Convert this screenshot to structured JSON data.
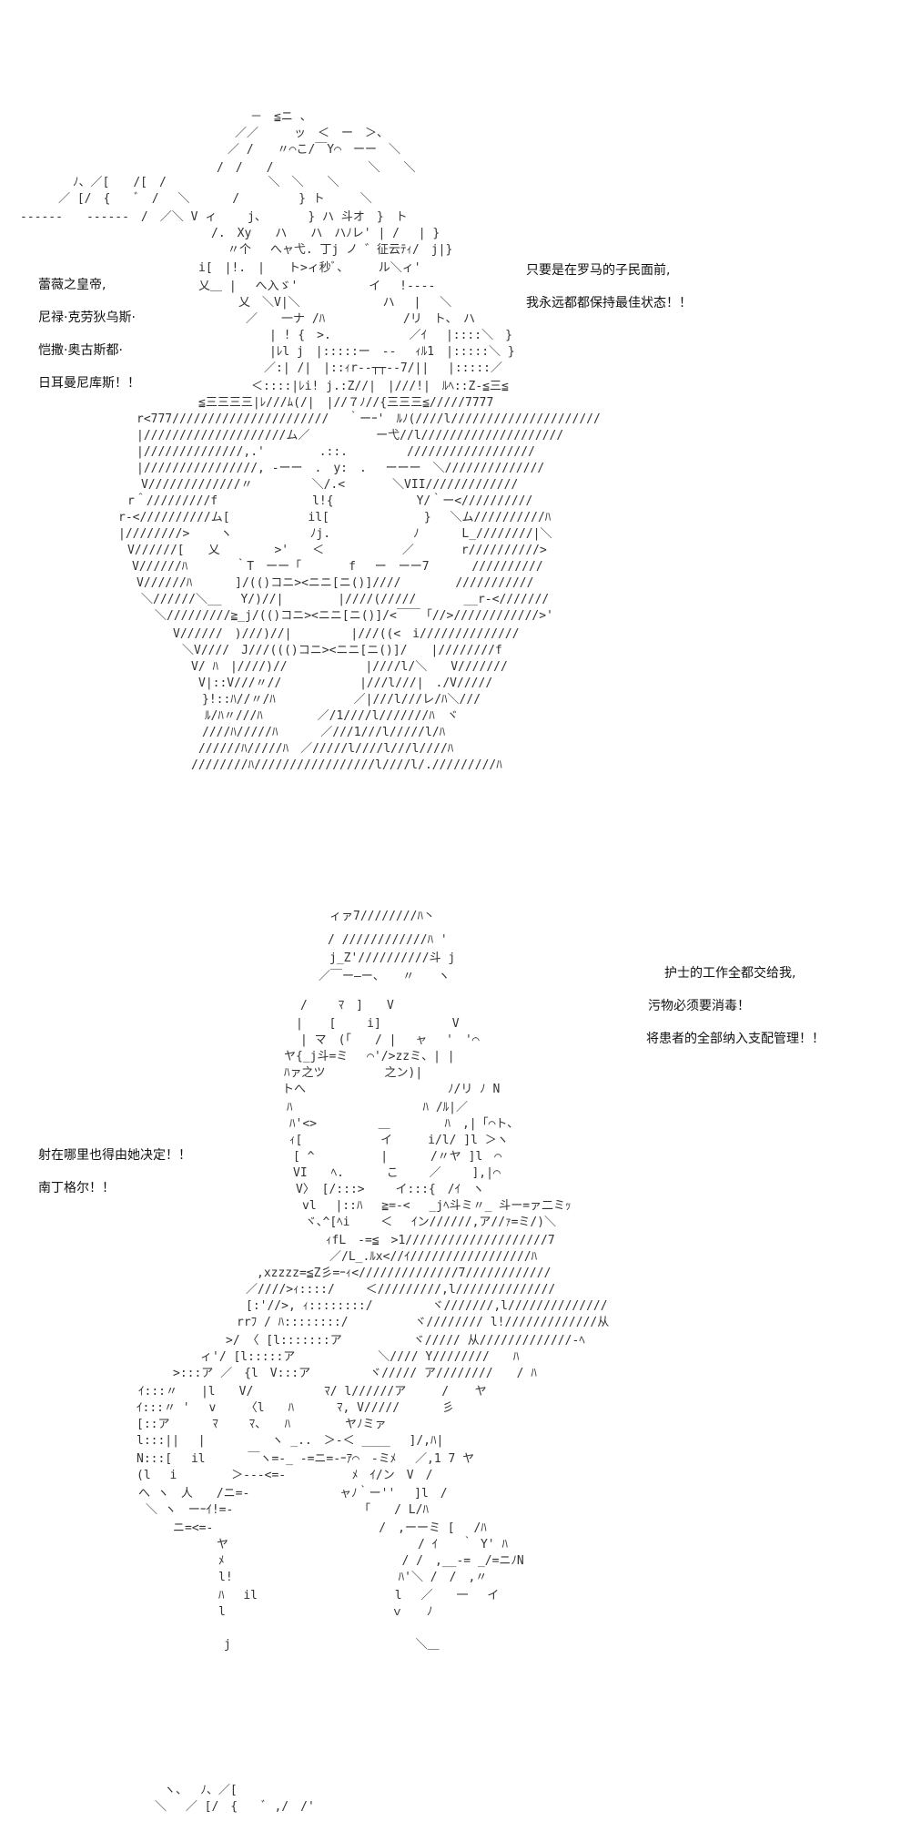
{
  "panel1": {
    "speech_left": [
      "蕾薇之皇帝,",
      "尼禄·克劳狄乌斯·",
      "恺撒·奥古斯都·",
      "日耳曼尼库斯！！"
    ],
    "speech_right": [
      "只要是在罗马的子民面前,",
      "我永远都都保持最佳状态！！"
    ],
    "art_lines": [
      "－　≦ニ 、",
      "／／　　　ッ　＜　ー　＞、",
      "／ /　　〃⌒こ/￣Y⌒　ーー　＼",
      "/　/　　/　　　　　　　　＼　　＼",
      "ﾉ、／[　　/[　/　　　　　　　　 ＼　＼　　＼",
      "／ [/　{　　ﾞ　/　 ＼　　　 /　　　　　} ト　　　＼",
      "------　　------　/　／＼ V ィ　　 j、　　　　} ハ 斗オ　}　ト",
      "/.　Xy　　ハ　　ハ　ハﾉレ' | /　 | }",
      "〃个　 へャ弋. 丁j ノ ゛征云ﾃｨ/　j|}",
      "i[　|!.　|　　ト>ィ秒ﾞ、　　　ル＼ィ'",
      "乂＿ |　 へ入ゞ'　　　　　　イ　 !----",
      "乂　＼V|＼　　　　　　　ハ　 |　 ＼",
      "／　　一ナ /ﾊ　　　　　　 /リ　ト、　ハ",
      "| ! {　>.　　　　　　 ／ｲ　 |::::＼　}",
      "|ﾚl j　|:::::ー　--　 ｨﾙ1　|:::::＼ }",
      "／:| /|　|::ｨr--┬┬--7/||　 |:::::／",
      "＜::::|ﾚi! j.:Z//|　|///!|　ﾙﾍ::Z-≦三≦",
      "≦三三三三|ﾚ///ﾑ(/|　|//７ﾉ//{三三三≦/////7777",
      "r<777//////////////////////　 ｀ーｰ'　ﾙﾉ(////l/////////////////////",
      "|////////////////////ム／　　　　　 ー弋//l////////////////////",
      "|//////////////,.'　　　　 .::.　　　　　//////////////////",
      "|////////////////, -ーー　.　y:　.　 ーーー　＼//////////////",
      "V/////////////〃　　　　　＼/.<　　　　＼VII/////////////",
      "r＾/////////f　　　　　　　　l!{　　　　　　　Y/｀ー<//////////",
      "r-<//////////ム[　　　　　　 il[　　　　　　　　}　 ＼ム//////////ﾊ",
      "|////////>　　 ヽ　　　　　　 ﾉj.　　　　　　　ﾉ　　　 L_////////|＼",
      "V//////[　　乂　　　　 >'　　＜　　　　　　 ／　　　　r//////////>",
      "V//////ﾊ　　　　｀T　ーー「　　　　f　 ー　ーー7　　　 //////////",
      "V//////ﾊ　　　 ]/(()コニ><ニニ[ニ()]////　　　　 ///////////",
      "＼//////＼__　 Y/)//|　　　　 |////(/////　　　　__r-<///////",
      "＼/////////≧_j/(()コニ><ニニ[ニ()]/<￣￣「//>////////////>'",
      "V//////　)///)//|　　　　　|///((<　i//////////////",
      "＼V////　J///((()コニ><ニニ[ニ()]/　　|////////f",
      "V/ ﾊ　|////)//　　　　　　 |////l/＼　　V///////",
      "V|::V///〃//　　　　　　 |///l///|　./V/////",
      "}!::ﾊ//〃/ﾊ　　　　　　 ／|///l///レ/ﾊ＼///",
      "ﾙ/ﾊ〃///ﾊ　　　　 ／/1////l///////ﾊ　ヾ",
      "////ﾊ/////ﾊ　　　 ／///1///l/////l/ﾊ",
      "//////ﾊ/////ﾊ　／/////l////l///l////ﾊ",
      "////////ﾊ/////////////////l////l/./////////ﾊ"
    ]
  },
  "panel2": {
    "speech_right": [
      "护士的工作全都交给我,",
      "污物必须要消毒！",
      "将患者的全部纳入支配管理！！"
    ],
    "speech_left": [
      "射在哪里也得由她决定！！",
      "南丁格尔！！"
    ],
    "art_lines": [
      "ィァ7////////ﾊ丶",
      "/ ////////////ﾊ '",
      "j_Z'//////////斗 j",
      "／￣ー―ー、　　〃　　ヽ",
      "/　　 ﾏ　]　　V",
      "| 　 [　　 i]　　　　　　V",
      "| マ　(「　　/ |　 ャ　 '　'⌒",
      "ヤ{_j斗=ミ　 ⌒'/>zzミ、| |",
      "ﾊァ之ツ　　　　　之ン)|",
      "トへ　　　　　　　　　　　　ﾉ/リ ﾉ N",
      "ﾊ　　　　　　　　　　　ﾊ /ﾙ|／",
      "ﾊ'<>　 　　　 ＿　　　　 ﾊ　,|「⌒ト、",
      "ｨ[　　　　　　 イ　　　i/l/ ]l ＞ヽ",
      "[ ^　　　　　 |　　　 /〃ヤ ]l　⌒",
      "VI　　ﾍ.　　　 こ　　 ／　　 ],|⌒",
      "V〉 [/:::>　　 イ:::{　/ｲ　ヽ",
      "vl　 |::ﾊ　 ≧=-<　 _jﾍ斗ミ〃_ 斗ー=ァ二ミｯ",
      "ヾ､^[ﾍi　　 ＜　 ｲン//////,ア//ｧ=ミ/)＼",
      "ｨfL　-=≦　>1////////////////////7",
      "／/L_.ﾙx<//ｲ/////////////////ﾊ",
      ",xzzzz=≦Z彡=ｰｨ<//////////////7////////////",
      "／////>ｨ::::/ 　　＜/////////,l//////////////",
      "[:'//>, ｨ::::::::/　　　　　ヾ///////,l//////////////",
      "rrﾌ / ﾊ::::::::/　　　　　 ヾ//////// l!/////////////从",
      ">/ 〈 [l:::::::ア　　　　　　ヾ///// 从/////////////-ﾍ",
      "ィ'/ [l:::::ア　　　　　　　＼//// Y////////　　ﾊ",
      ">:::ア ／　{l　V:::ア　　　　　ヾ///// ア////////　　/ ﾊ",
      "ｲ:::〃　　|l　　V/　　　　　　ﾏ/ l//////ア　　　/ 　 ヤ",
      "ｲ:::〃 ' 　v　　　〈l　　ﾊ　　　 ﾏ, V/////　　　 彡",
      "[::ア　　　 ﾏ　　 ﾏ、　　ﾊ　　　　 ヤﾉミァ",
      "l:::||　 |　　　　　 ヽ _..　＞-＜ ____　 ]/,ﾊ|",
      "N:::[　 il　　　 ￣ヽ=‐_ -=ニ=-ｰｱ⌒　-ミﾒ　 ／,1 7 ヤ",
      "(l　 i　　　　 ＞---<=-　　　 　　ﾒ　ｲ/ン　V　/",
      "へ ヽ　人　　/ニ=-　　　　　　　 ャﾉ｀ー''　 ]l　/",
      "＼ ヽ　ーｰｲ!=-　　　　　　　　　　 「　　/ L/ﾊ",
      "ニ=<=-　　　　　　　　　　　　　　/　,ーーミ [　 /ﾊ",
      "ヤ　　　　　　　　　　　　　　　　/ ｲ　　｀ Y' ﾊ",
      "ﾒ　　　　　　　　　　　　　　　/ /　,__-= _/=ニﾉN",
      "l!　　　　　　　　　　　　　　ﾊ'＼ /　/　,〃",
      "ﾊ　 il　　　　　　　　　　　 l　 ／　　一　 イ",
      "l　　　　　　　　　　　　　　ｖ　　ﾉ",
      "j　 　　　　　　　　　　　　　　＼＿"
    ]
  },
  "panel3": {
    "art_lines": [
      "ヽ、　 ﾉ、／[",
      "＼　 ／ [/　{　　ﾞ ,/　/'"
    ]
  }
}
